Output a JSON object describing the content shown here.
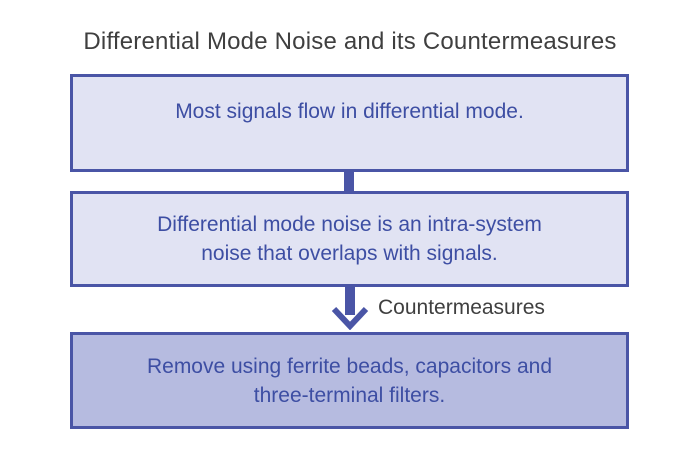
{
  "title": "Differential Mode Noise and its Countermeasures",
  "boxes": [
    {
      "lines": [
        "Most signals flow in differential mode."
      ]
    },
    {
      "lines": [
        "Differential mode noise is an intra-system",
        "noise that overlaps with signals."
      ]
    },
    {
      "lines": [
        "Remove using ferrite beads, capacitors and",
        "three-terminal filters."
      ]
    }
  ],
  "arrow_label": "Countermeasures",
  "colors": {
    "border": "#4a55a6",
    "text": "#3d4ea3",
    "box_fill": "#e1e3f3",
    "highlight_fill": "#b6bbe0"
  }
}
